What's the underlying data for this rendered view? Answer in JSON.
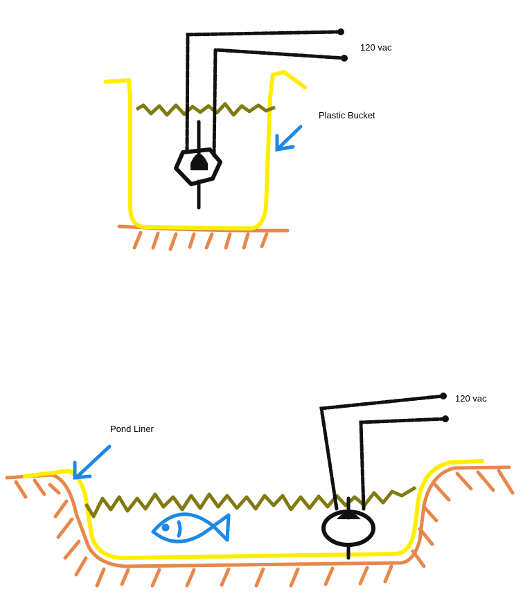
{
  "diagrams": [
    {
      "id": "bucket-setup",
      "labels": {
        "power": "120 vac",
        "container": "Plastic Bucket"
      }
    },
    {
      "id": "pond-setup",
      "labels": {
        "power": "120 vac",
        "container": "Pond Liner"
      }
    }
  ],
  "colors": {
    "liner": "#ffee00",
    "water": "#807a10",
    "ground": "#e8874a",
    "wire": "#111111",
    "arrow": "#1e88e5",
    "fish": "#1e88e5"
  },
  "icons": [
    "heater-icon",
    "plug-icon",
    "arrow-icon",
    "fish-icon"
  ]
}
